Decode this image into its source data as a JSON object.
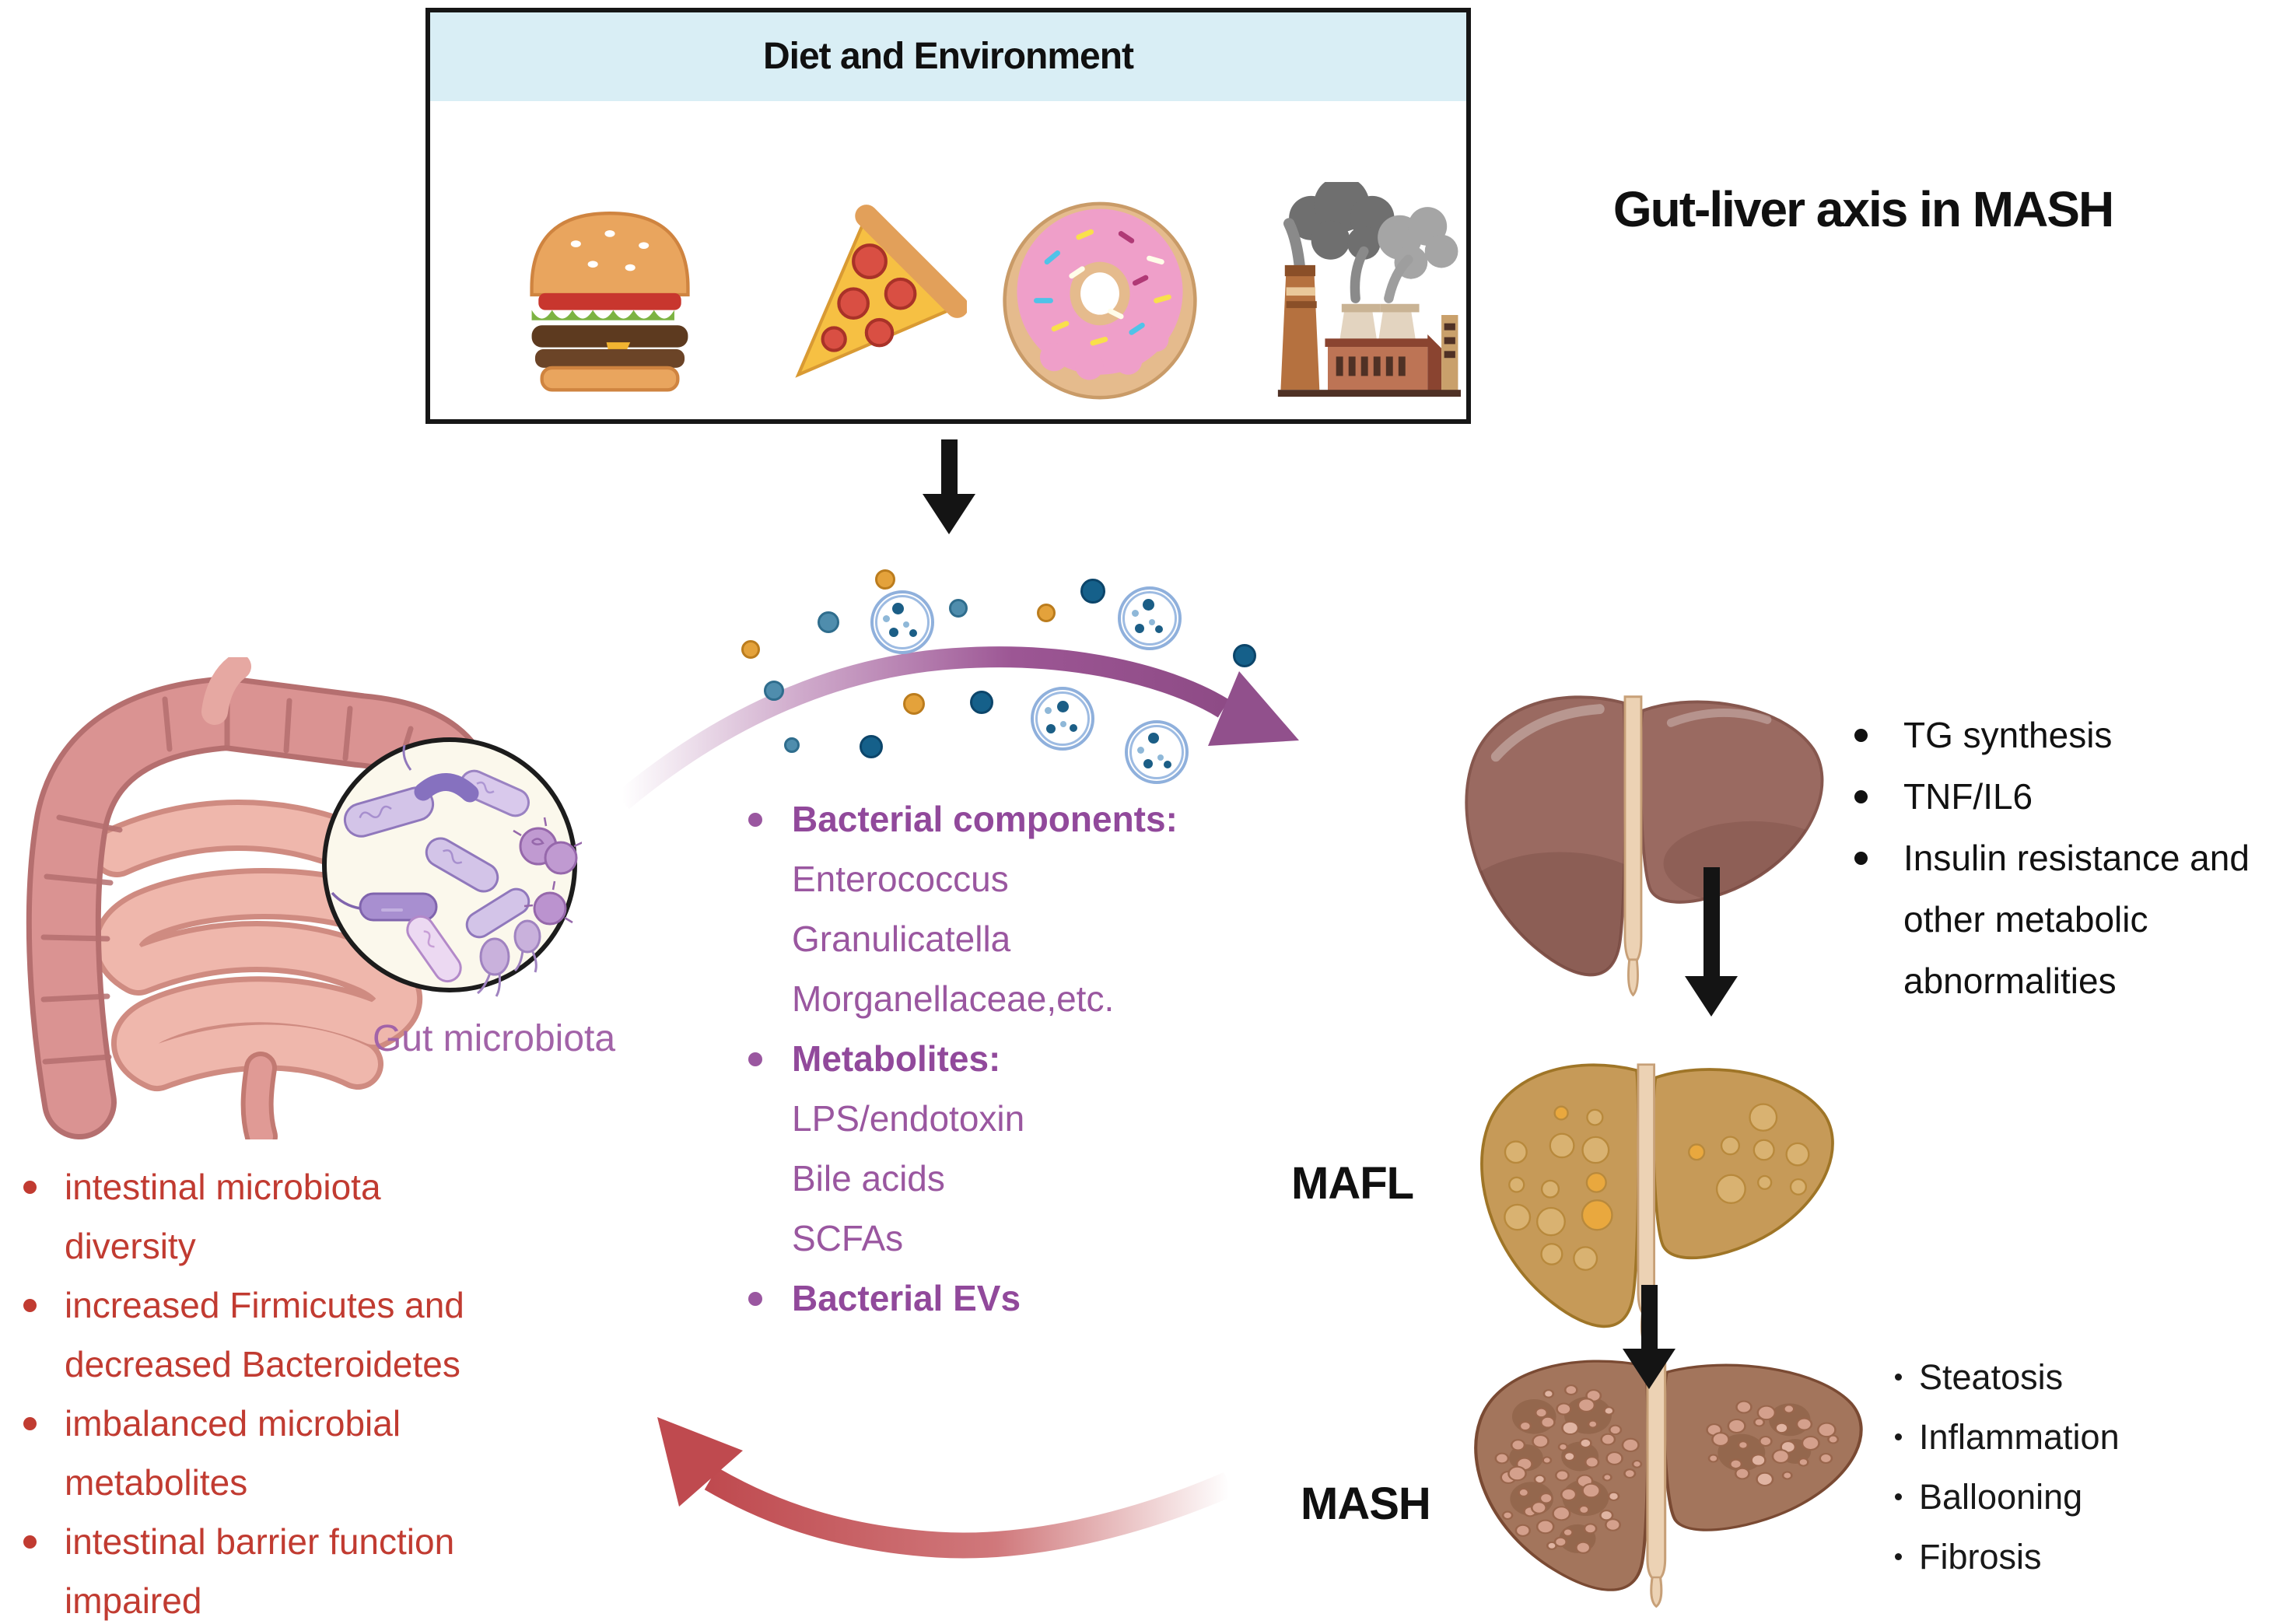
{
  "diet_box": {
    "title": "Diet and Environment",
    "icons": [
      {
        "name": "burger-icon"
      },
      {
        "name": "pizza-icon"
      },
      {
        "name": "donut-icon"
      },
      {
        "name": "factory-icon"
      }
    ]
  },
  "title": "Gut-liver axis in MASH",
  "gut_label": "Gut microbiota",
  "transfer": {
    "items": [
      {
        "label": "Bacterial components:",
        "bold": true
      },
      {
        "label": "Enterococcus",
        "bold": false
      },
      {
        "label": "Granulicatella",
        "bold": false
      },
      {
        "label": "Morganellaceae,etc.",
        "bold": false
      },
      {
        "label": "Metabolites:",
        "bold": true
      },
      {
        "label": "LPS/endotoxin",
        "bold": false
      },
      {
        "label": "Bile acids",
        "bold": false
      },
      {
        "label": "SCFAs",
        "bold": false
      },
      {
        "label": "Bacterial EVs",
        "bold": true
      }
    ]
  },
  "liver_effects": {
    "items": [
      "TG synthesis",
      "TNF/IL6",
      "Insulin resistance and other metabolic abnormalities"
    ]
  },
  "stages": {
    "mafl": "MAFL",
    "mash": "MASH"
  },
  "mash_features": {
    "items": [
      "Steatosis",
      "Inflammation",
      "Ballooning",
      "Fibrosis"
    ]
  },
  "gut_changes": {
    "items": [
      "intestinal microbiota diversity",
      "increased Firmicutes and decreased Bacteroidetes",
      "imbalanced microbial metabolites",
      "intestinal barrier function impaired"
    ]
  },
  "colors": {
    "purple_text": "#9a57a0",
    "red_text": "#c13b31",
    "black_text": "#111111",
    "header_bg": "#d9eef5",
    "arrow_purple": "#9c5694",
    "arrow_red": "#bf4a4f",
    "healthy_liver": "#9a6a61",
    "mafl_liver": "#c69a58",
    "mash_liver": "#a3755c"
  }
}
